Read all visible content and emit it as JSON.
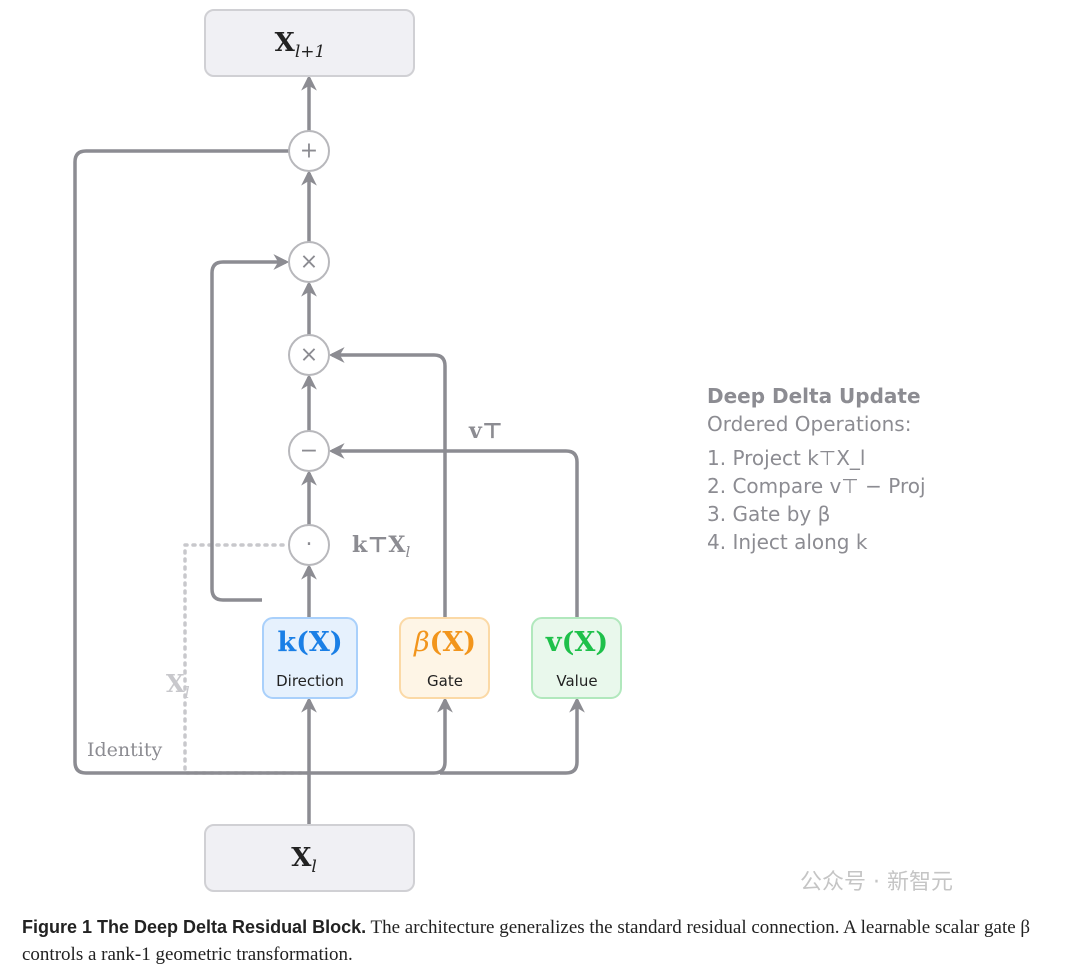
{
  "diagram": {
    "output_node": {
      "base": "X",
      "sub": "l+1"
    },
    "input_node": {
      "base": "X",
      "sub": "l"
    },
    "operators": {
      "add": "+",
      "mult_top": "×",
      "mult_gate": "×",
      "subtract": "−",
      "dot": "·"
    },
    "branches": [
      {
        "func": "k",
        "arg": "(X)",
        "label": "Direction",
        "color": "#1a7fe6",
        "fill": "#e6f1fd",
        "stroke": "#a9d0fb"
      },
      {
        "func": "β",
        "arg": "(X)",
        "label": "Gate",
        "color": "#f2951c",
        "fill": "#fef5e6",
        "stroke": "#fbd9a6"
      },
      {
        "func": "v",
        "arg": "(X)",
        "label": "Value",
        "color": "#1ec04a",
        "fill": "#e9f8ec",
        "stroke": "#b1e8bd"
      }
    ],
    "labels": {
      "proj": "k⊤X",
      "proj_sub": "l",
      "vt": "v⊤",
      "xl": "X",
      "xl_sub": "l",
      "identity": "Identity"
    },
    "colors": {
      "line": "#8c8c92",
      "box_fill": "#f0f0f4",
      "dotted": "#c8c8cc"
    }
  },
  "legend": {
    "title": "Deep Delta Update",
    "subtitle": "Ordered Operations:",
    "items": [
      "1.  Project k⊤X_l",
      "2.  Compare v⊤ − Proj",
      "3.  Gate by β",
      "4.  Inject along k"
    ]
  },
  "caption": {
    "figure": "Figure 1  The Deep Delta Residual Block.",
    "text": "The architecture generalizes the standard residual connection. A learnable scalar gate β controls a rank-1 geometric transformation."
  },
  "watermark": "公众号 · 新智元"
}
